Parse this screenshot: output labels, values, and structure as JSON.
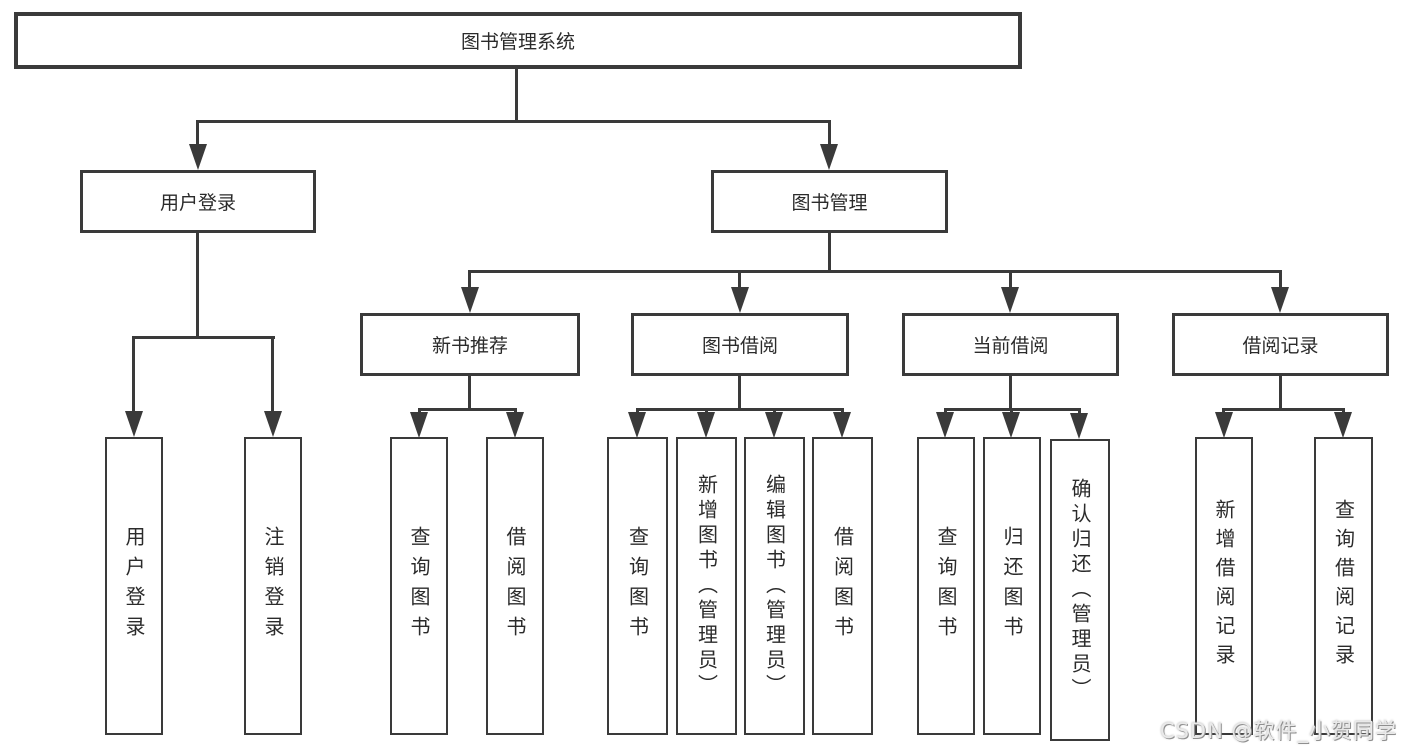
{
  "nodes": {
    "root": "图书管理系统",
    "user_login": "用户登录",
    "book_mgmt": "图书管理",
    "new_book": "新书推荐",
    "book_borrow": "图书借阅",
    "current_borrow": "当前借阅",
    "borrow_record": "借阅记录",
    "leaf_user_login": "用户登录",
    "leaf_logout": "注销登录",
    "leaf_nb_query": "查询图书",
    "leaf_nb_borrow": "借阅图书",
    "leaf_bb_query": "查询图书",
    "leaf_bb_add": "新增图书（管理员）",
    "leaf_bb_edit": "编辑图书（管理员）",
    "leaf_bb_borrow": "借阅图书",
    "leaf_cb_query": "查询图书",
    "leaf_cb_return": "归还图书",
    "leaf_cb_confirm": "确认归还（管理员）",
    "leaf_br_add": "新增借阅记录",
    "leaf_br_query": "查询借阅记录"
  },
  "hierarchy": {
    "图书管理系统": [
      "用户登录",
      "图书管理"
    ],
    "用户登录": [
      "用户登录",
      "注销登录"
    ],
    "图书管理": [
      "新书推荐",
      "图书借阅",
      "当前借阅",
      "借阅记录"
    ],
    "新书推荐": [
      "查询图书",
      "借阅图书"
    ],
    "图书借阅": [
      "查询图书",
      "新增图书（管理员）",
      "编辑图书（管理员）",
      "借阅图书"
    ],
    "当前借阅": [
      "查询图书",
      "归还图书",
      "确认归还（管理员）"
    ],
    "借阅记录": [
      "新增借阅记录",
      "查询借阅记录"
    ]
  },
  "watermark": {
    "text": "CSDN @软件_小贺同学"
  },
  "colors": {
    "line": "#3a3a3a",
    "text": "#2b2b2b",
    "watermark": "#e9e9e9"
  }
}
